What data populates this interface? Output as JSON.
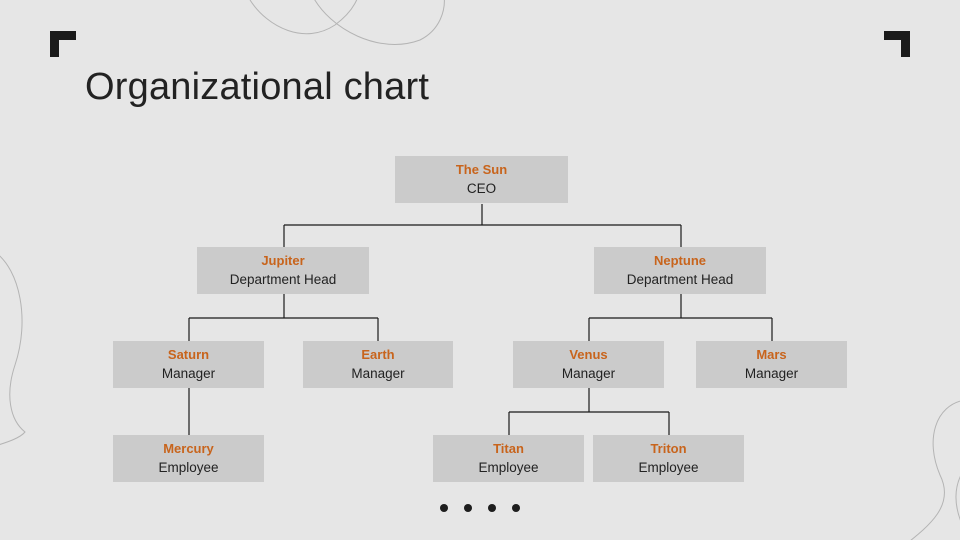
{
  "colors": {
    "background": "#e6e6e6",
    "node_fill": "#cbcbcb",
    "name_accent": "#c8641c",
    "text": "#222222",
    "connector": "#1a1a1a"
  },
  "slide": {
    "title": "Organizational chart"
  },
  "org_chart": {
    "nodes": [
      {
        "id": "sun",
        "name": "The Sun",
        "role": "CEO",
        "parent": null
      },
      {
        "id": "jupiter",
        "name": "Jupiter",
        "role": "Department Head",
        "parent": "sun"
      },
      {
        "id": "neptune",
        "name": "Neptune",
        "role": "Department Head",
        "parent": "sun"
      },
      {
        "id": "saturn",
        "name": "Saturn",
        "role": "Manager",
        "parent": "jupiter"
      },
      {
        "id": "earth",
        "name": "Earth",
        "role": "Manager",
        "parent": "jupiter"
      },
      {
        "id": "venus",
        "name": "Venus",
        "role": "Manager",
        "parent": "neptune"
      },
      {
        "id": "mars",
        "name": "Mars",
        "role": "Manager",
        "parent": "neptune"
      },
      {
        "id": "mercury",
        "name": "Mercury",
        "role": "Employee",
        "parent": "saturn"
      },
      {
        "id": "titan",
        "name": "Titan",
        "role": "Employee",
        "parent": "venus"
      },
      {
        "id": "triton",
        "name": "Triton",
        "role": "Employee",
        "parent": "venus"
      }
    ]
  },
  "pagination": {
    "dots": 4
  }
}
